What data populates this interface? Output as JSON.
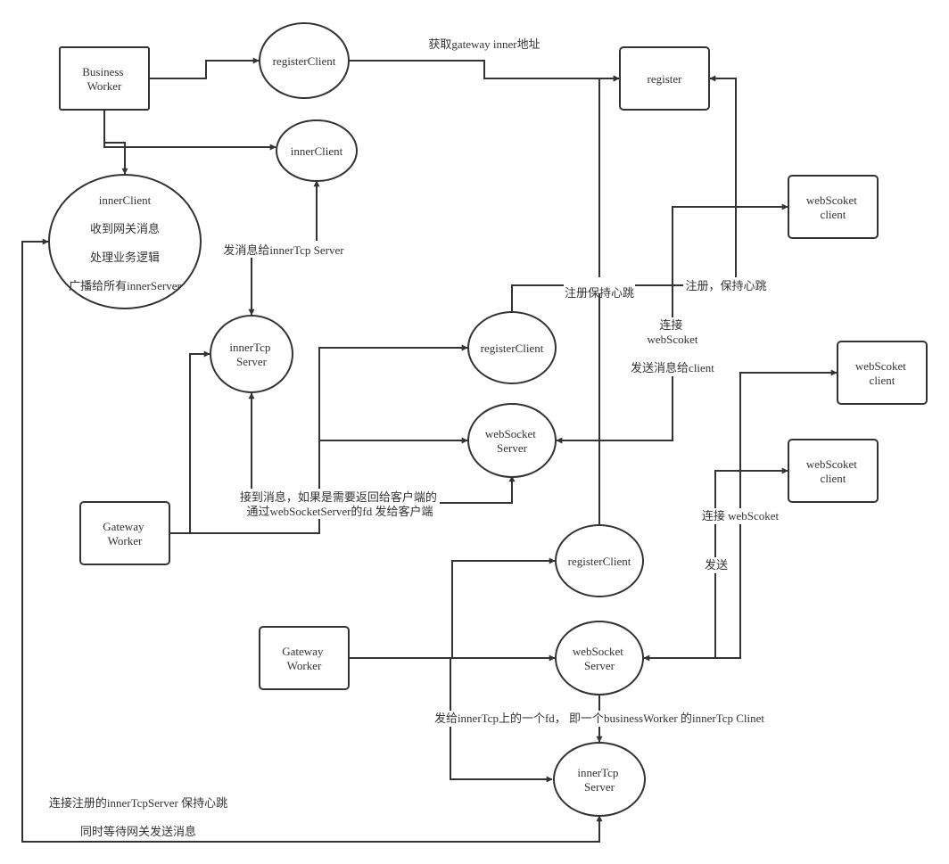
{
  "nodes": {
    "business_worker": [
      "Business",
      "Worker"
    ],
    "register_client_top": [
      "registerClient"
    ],
    "register": [
      "register"
    ],
    "inner_client_small": [
      "innerClient"
    ],
    "inner_client_big": [
      "innerClient",
      "收到网关消息",
      "处理业务逻辑",
      "广播给所有innerServer"
    ],
    "websocket_client_1": [
      "webScoket",
      "client"
    ],
    "inner_tcp_server_1": [
      "innerTcp",
      "Server"
    ],
    "register_client_mid": [
      "registerClient"
    ],
    "websocket_server_1": [
      "webSocket",
      "Server"
    ],
    "websocket_client_2": [
      "webScoket",
      "client"
    ],
    "websocket_client_3": [
      "webScoket",
      "client"
    ],
    "gateway_worker_1": [
      "Gateway",
      "Worker"
    ],
    "register_client_low": [
      "registerClient"
    ],
    "gateway_worker_2": [
      "Gateway",
      "Worker"
    ],
    "websocket_server_2": [
      "webSocket",
      "Server"
    ],
    "inner_tcp_server_2": [
      "innerTcp",
      "Server"
    ]
  },
  "edge_labels": {
    "get_gateway_inner": [
      "获取gateway inner地址"
    ],
    "send_to_inner_tcp": [
      "发消息给innerTcp Server"
    ],
    "register_heartbeat_1": [
      "注册保持心跳"
    ],
    "register_heartbeat_2": [
      "注册，保持心跳"
    ],
    "connect_websocket_1": [
      "连接",
      "webScoket"
    ],
    "send_msg_to_client": [
      "发送消息给client"
    ],
    "receive_msg": [
      "接到消息，如果是需要返回给客户端的",
      "通过webSocketServer的fd 发给客户端"
    ],
    "connect_websocket_2": [
      "连接 webScoket"
    ],
    "send": [
      "发送"
    ],
    "send_to_fd": [
      "发给innerTcp上的一个fd，  即一个businessWorker 的innerTcp Clinet"
    ],
    "connect_register": [
      "连接注册的innerTcpServer 保持心跳"
    ],
    "wait_gateway": [
      "同时等待网关发送消息"
    ]
  }
}
